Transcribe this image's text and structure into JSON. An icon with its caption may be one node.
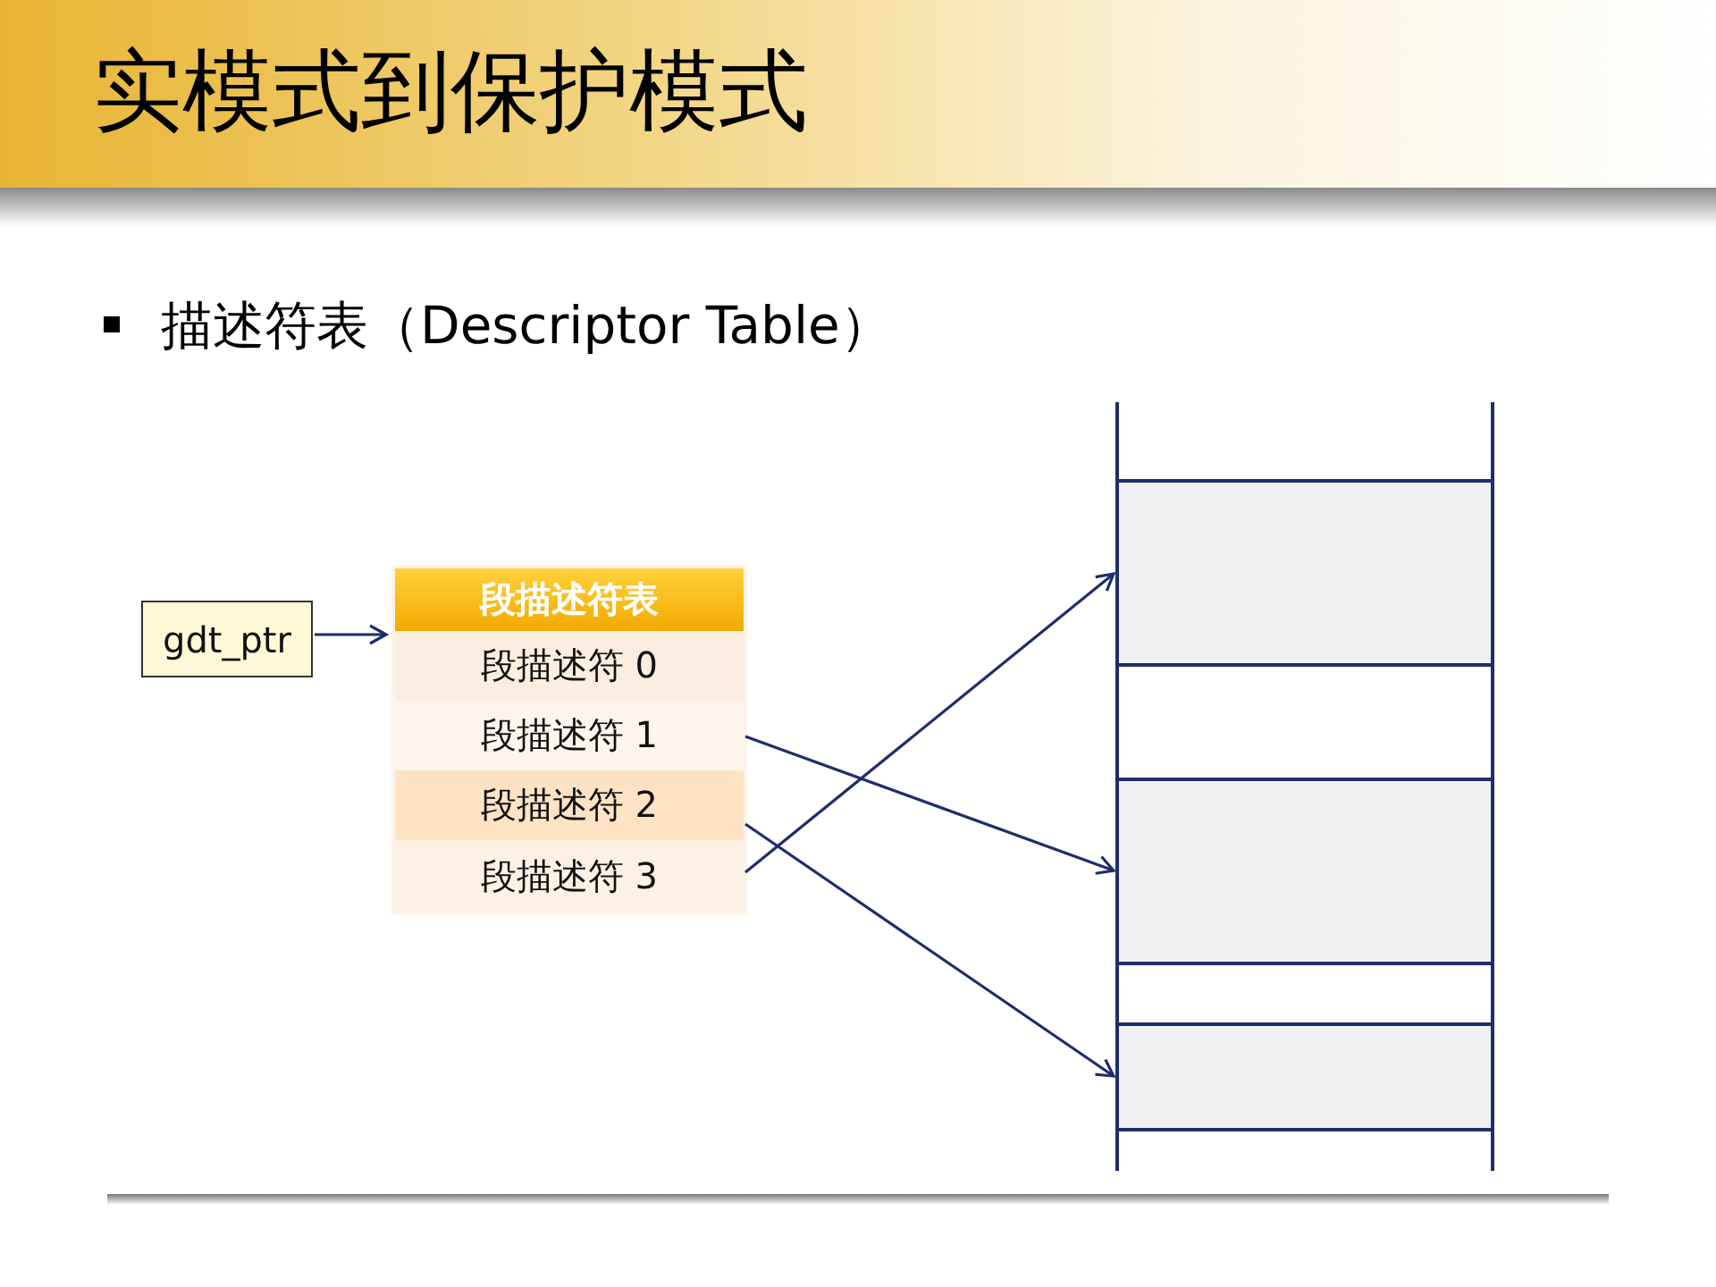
{
  "diagram": {
    "title": "实模式到保护模式",
    "nodes": [
      {
        "text": [
          "gdt_ptr"
        ]
      },
      {
        "text": [
          "段描述符表"
        ]
      },
      {
        "text": [
          "段描述符 0"
        ],
        "in": 1
      },
      {
        "text": [
          "段描述符 1"
        ],
        "in": 1
      },
      {
        "text": [
          "段描述符 2"
        ],
        "in": 1
      },
      {
        "text": [
          "段描述符 3"
        ],
        "in": 1
      },
      {
        "text": [],
        "shape": "box"
      },
      {
        "text": [],
        "shape": "box"
      },
      {
        "text": [],
        "shape": "box"
      }
    ],
    "edges": [
      {
        "from": 0,
        "to": 1,
        "arrow": "to"
      },
      {
        "from": 3,
        "to": 7,
        "arrow": "to"
      },
      {
        "from": 4,
        "to": 8,
        "arrow": "to"
      },
      {
        "from": 5,
        "to": 6,
        "arrow": "to"
      }
    ],
    "labels": [
      "描述符表（Descriptor Table）"
    ]
  }
}
